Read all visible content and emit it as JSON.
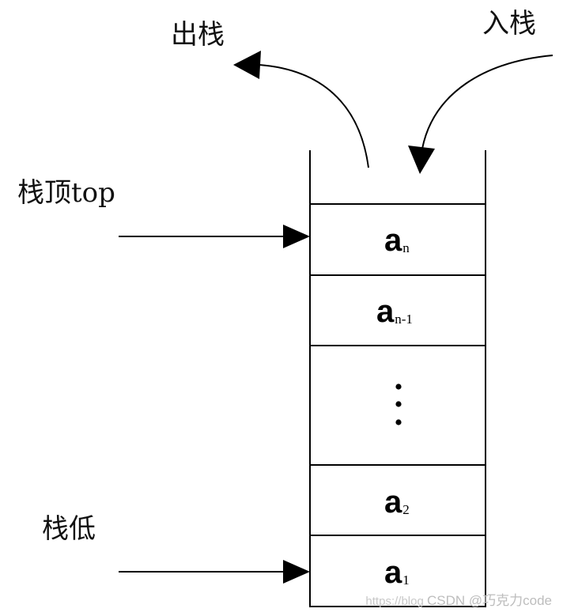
{
  "labels": {
    "pop": "出栈",
    "push": "入栈",
    "top": "栈顶top",
    "bottom": "栈低"
  },
  "cells": [
    {
      "base": "a",
      "sub": "n"
    },
    {
      "base": "a",
      "sub": "n-1"
    },
    {
      "base": "",
      "sub": ""
    },
    {
      "base": "a",
      "sub": "2"
    },
    {
      "base": "a",
      "sub": "1"
    }
  ],
  "watermark": {
    "url": "https://blog",
    "credit": "CSDN @巧克力code"
  },
  "colors": {
    "stroke": "#000000",
    "text": "#111111",
    "watermark": "#c8c8c8"
  }
}
